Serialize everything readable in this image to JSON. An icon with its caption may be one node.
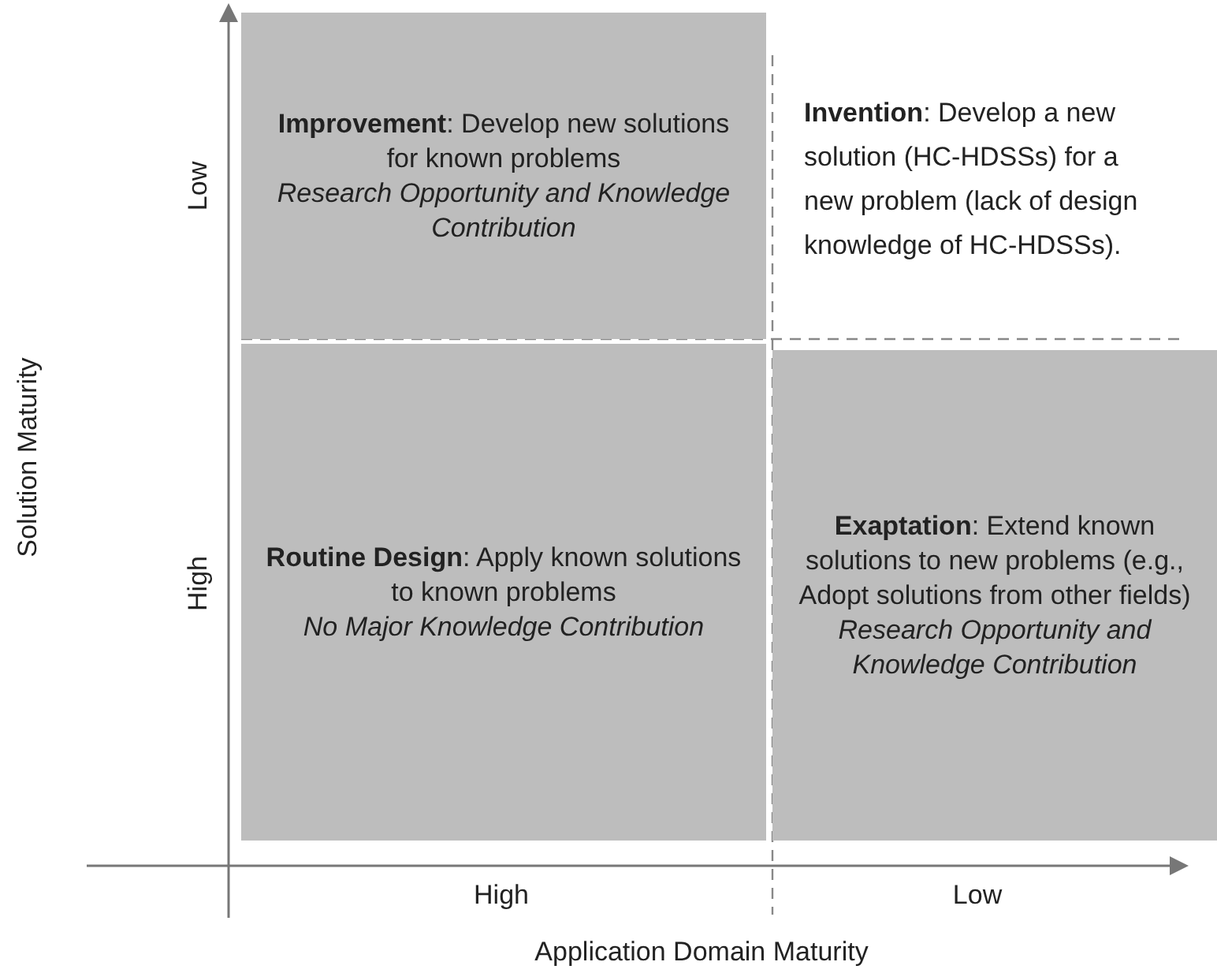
{
  "diagram": {
    "nodes": [
      {
        "text": [
          "**Improvement**: Develop new solutions for known problems",
          "Research Opportunity and Knowledge Contribution"
        ]
      },
      {
        "text": [
          "**Invention**: Develop a new solution (HC-HDSSs) for a new problem (lack of design knowledge of HC-HDSSs)."
        ]
      },
      {
        "text": [
          "**Routine Design**: Apply known solutions to known problems",
          "No Major Knowledge Contribution"
        ]
      },
      {
        "text": [
          "**Exaptation**: Extend known solutions to new problems (e.g., Adopt solutions from other fields)",
          "Research Opportunity and Knowledge Contribution"
        ]
      }
    ],
    "edges": [],
    "labels": [
      "Solution Maturity",
      "Low",
      "High",
      "High",
      "Low",
      "Application Domain Maturity"
    ]
  }
}
